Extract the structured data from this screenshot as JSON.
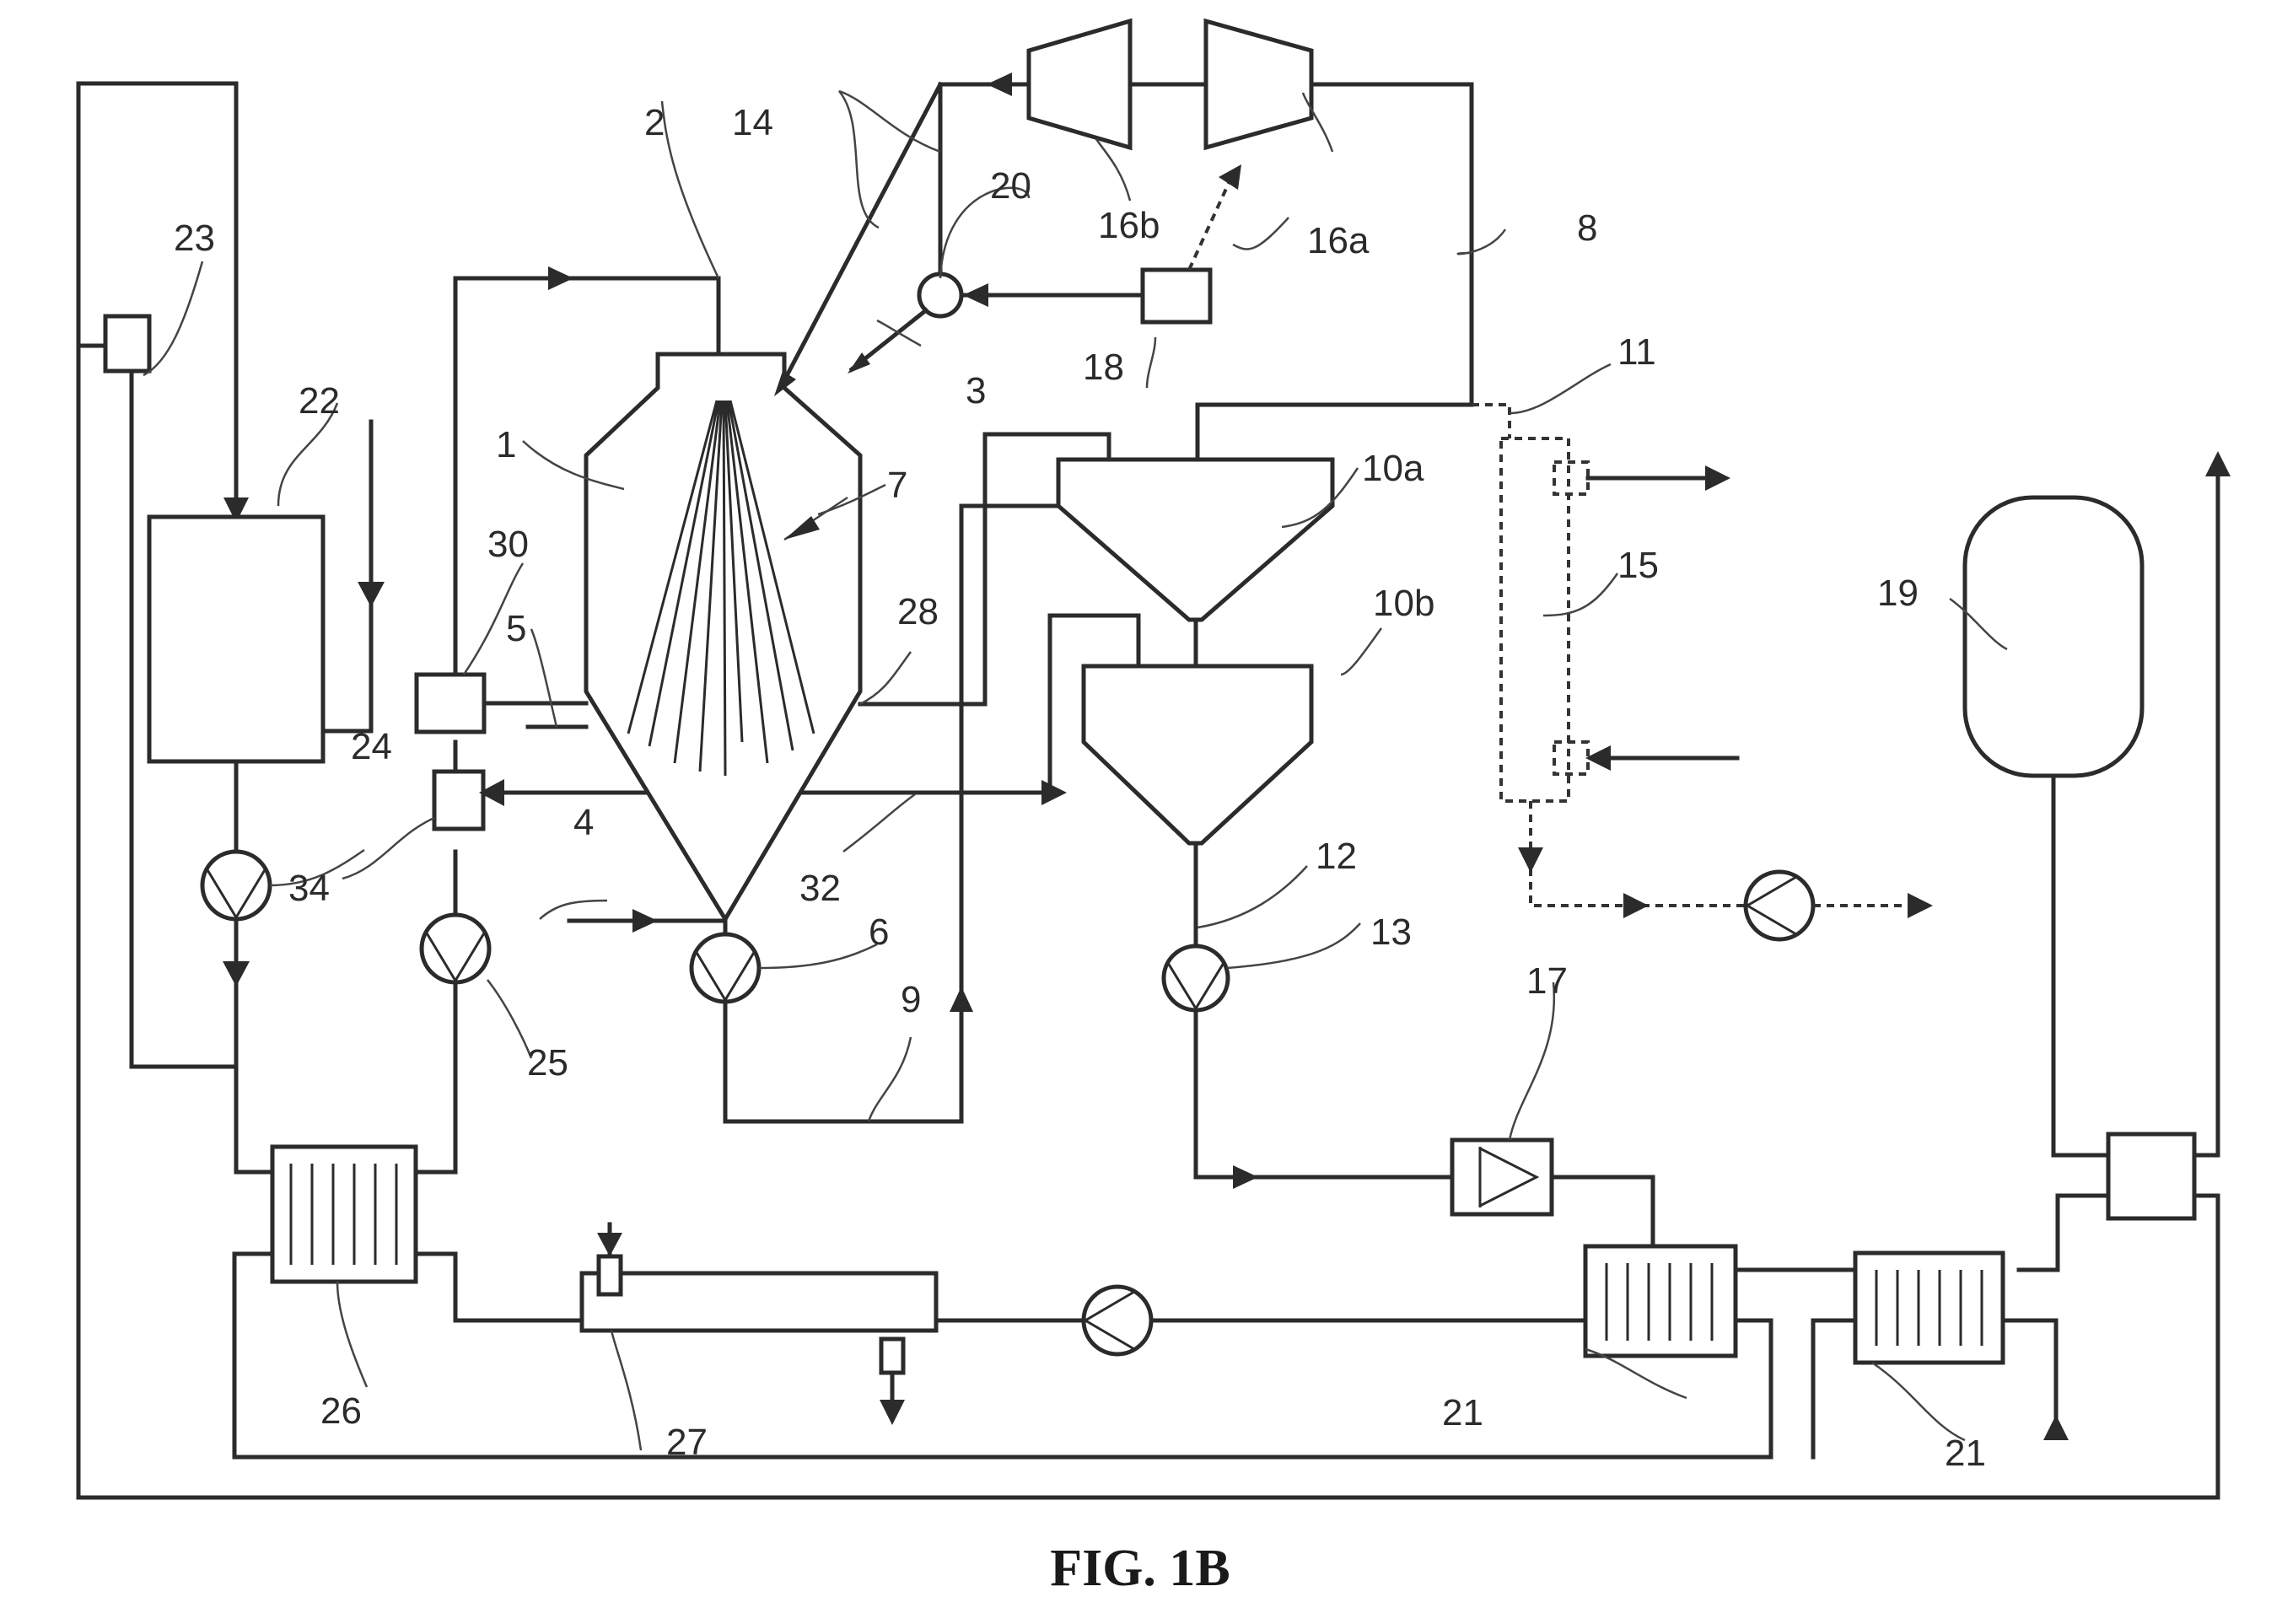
{
  "figure": {
    "caption": "FIG. 1B",
    "labels": {
      "l1": "1",
      "l2": "2",
      "l3": "3",
      "l4": "4",
      "l5": "5",
      "l6": "6",
      "l7": "7",
      "l8": "8",
      "l9": "9",
      "l10a": "10a",
      "l10b": "10b",
      "l11": "11",
      "l12": "12",
      "l13": "13",
      "l14": "14",
      "l15": "15",
      "l16a": "16a",
      "l16b": "16b",
      "l17": "17",
      "l18": "18",
      "l19": "19",
      "l20": "20",
      "l21a": "21",
      "l21b": "21",
      "l22": "22",
      "l23": "23",
      "l24": "24",
      "l25": "25",
      "l26": "26",
      "l27": "27",
      "l28": "28",
      "l30": "30",
      "l32": "32",
      "l34": "34"
    }
  }
}
